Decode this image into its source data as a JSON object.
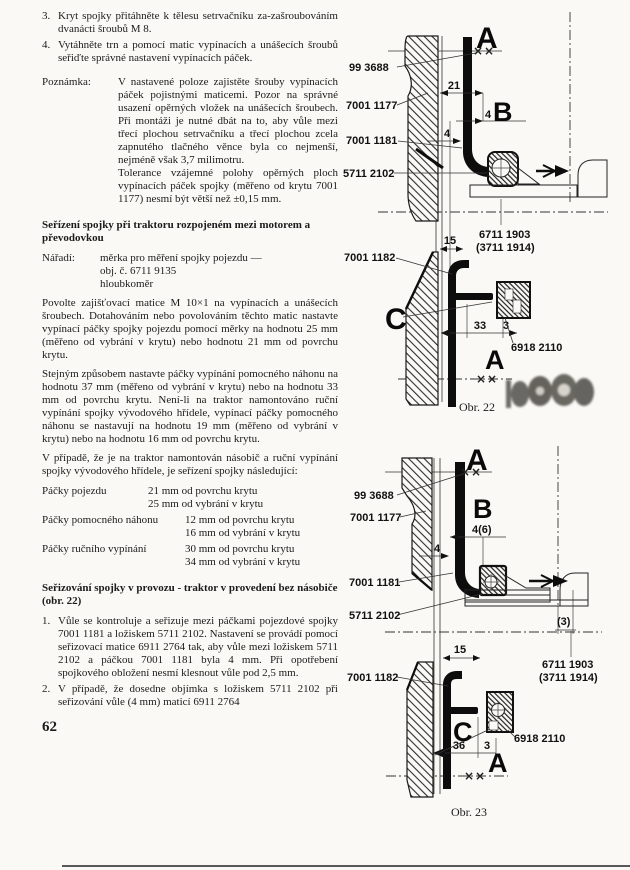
{
  "page": {
    "number": "62"
  },
  "left": {
    "items_top": [
      {
        "num": "3.",
        "text": "Kryt spojky přitáhněte k tělesu setrvačníku za-zašroubováním dvanácti šroubů M 8."
      },
      {
        "num": "4.",
        "text": "Vytáhněte trn a pomocí matic vypínacích a unášecích šroubů seřiďte správné nastavení vypínacích páček."
      }
    ],
    "note_label": "Poznámka:",
    "note_para1": "V nastavené poloze zajistěte šrouby vypínacích páček pojistnými maticemi. Pozor na správné usazení opěrných vložek na unášecích šroubech. Při montáži je nutné dbát na to, aby vůle mezi třecí plochou setrvačníku a třecí plochou zcela zapnutého tlačného věnce byla co nejmenší, nejméně však 3,7 milimotru.",
    "note_para2": "Tolerance vzájemné polohy opěrných ploch vypínacích páček spojky (měřeno od krytu 7001 1177) nesmí být větší než ±0,15 mm.",
    "sec1_heading": "Seřízení spojky při traktoru rozpojeném mezi motorem a převodovkou",
    "tools_label": "Nářadí:",
    "tools_lines": [
      "měrka pro měření spojky pojezdu —",
      "obj. č. 6711 9135",
      "hloubkoměr"
    ],
    "para1": "Povolte zajišťovací matice M 10×1 na vypínacích a unášecích šroubech. Dotahováním nebo povolováním těchto matic nastavte vypínací páčky spojky pojezdu pomocí měrky na hodnotu 25 mm (měřeno od vybrání v krytu) nebo hodnotu 21 mm od povrchu krytu.",
    "para2": "Stejným způsobem nastavte páčky vypínání pomocného náhonu na hodnotu 37 mm (měřeno od vybrání v krytu) nebo na hodnotu 33 mm od povrchu krytu. Není-li na traktor namontováno ruční vypínání spojky vývodového hřídele, vypínací páčky pomocného náhonu se nastavují na hodnotu 19 mm (měřeno od vybrání v krytu) nebo na hodnotu 16 mm od povrchu krytu.",
    "para3": "V případě, že je na traktor namontován násobič a ruční vypínání spojky vývodového hřídele, je seřízení spojky následující:",
    "settings": [
      {
        "name": "Páčky pojezdu",
        "v1": "21 mm od povrchu krytu",
        "v2": "25 mm od vybrání v krytu"
      },
      {
        "name": "Páčky pomocného náhonu",
        "v1": "12 mm od povrchu krytu",
        "v2": "16 mm od vybrání v krytu"
      },
      {
        "name": "Páčky ručního vypínání",
        "v1": "30 mm od povrchu krytu",
        "v2": "34 mm od vybrání v krytu"
      }
    ],
    "sec2_heading": "Seřizování spojky v provozu - traktor v provedení bez násobiče (obr. 22)",
    "items_bottom": [
      {
        "num": "1.",
        "text": "Vůle se kontroluje a seřizuje mezi páčkami pojezdové spojky 7001 1181 a ložiskem 5711 2102. Nastavení se provádí pomocí seřizovací matice 6911 2764 tak, aby vůle mezi ložiskem 5711 2102 a páčkou 7001 1181 byla 4 mm. Při opotřebení spojkového obložení nesmí klesnout vůle pod 2,5 mm."
      },
      {
        "num": "2.",
        "text": "V případě, že dosedne objímka s ložiskem 5711 2102 při seřizování vůle (4 mm) maticí 6911 2764"
      }
    ]
  },
  "fig22": {
    "caption": "Obr. 22",
    "marks": "××",
    "letters": {
      "a_top": "A",
      "b": "B",
      "c": "C",
      "a_bottom": "A"
    },
    "labels": {
      "p993688": "99 3688",
      "p70011177": "7001 1177",
      "p70011181": "7001 1181",
      "p57112102": "5711 2102",
      "p70011182": "7001 1182",
      "p67111903": "6711 1903",
      "p37111914": "(3711 1914)",
      "p69182110": "6918 2110"
    },
    "dims": {
      "d21": "21",
      "d4b": "4",
      "d4": "4",
      "d15": "15",
      "d33": "33",
      "d3": "3"
    }
  },
  "fig23": {
    "caption": "Obr. 23",
    "marks": "××",
    "letters": {
      "a_top": "A",
      "b": "B",
      "c": "C",
      "a_bottom": "A"
    },
    "labels": {
      "p993688": "99 3688",
      "p70011177": "7001 1177",
      "p70011181": "7001 1181",
      "p57112102": "5711 2102",
      "p70011182": "7001 1182",
      "p67111903": "6711 1903",
      "p37111914": "(3711 1914)",
      "p69182110": "6918 2110"
    },
    "dims": {
      "d46": "4(6)",
      "d4": "4",
      "d15": "15",
      "d36": "36",
      "d3": "3",
      "d3p": "(3)"
    }
  }
}
